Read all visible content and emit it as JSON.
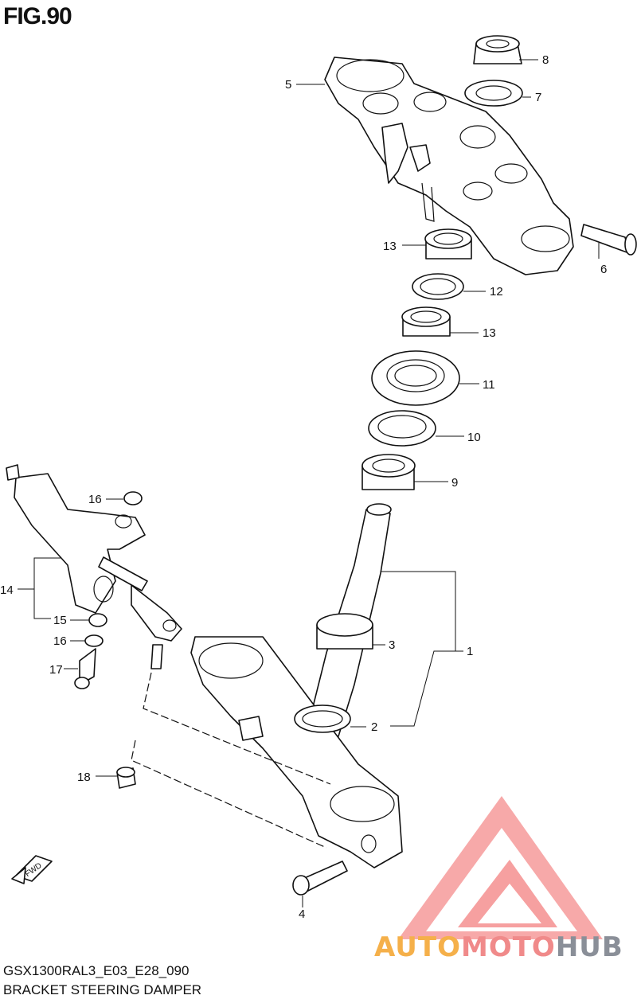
{
  "figure": {
    "title": "FIG.90"
  },
  "callouts": [
    "1",
    "2",
    "3",
    "4",
    "5",
    "6",
    "7",
    "8",
    "9",
    "10",
    "11",
    "12",
    "13",
    "13",
    "14",
    "15",
    "16",
    "16",
    "17",
    "18"
  ],
  "footer": {
    "code": "GSX1300RAL3_E03_E28_090",
    "name": "BRACKET STEERING DAMPER"
  },
  "fwd_label": "FWD",
  "brand": {
    "part1": "AUTO",
    "part2": "MOTO",
    "part3": "HUB"
  },
  "colors": {
    "logo_red": "#f07f7f",
    "logo_orange": "#f5b04a",
    "logo_gray": "#8a8f98"
  }
}
